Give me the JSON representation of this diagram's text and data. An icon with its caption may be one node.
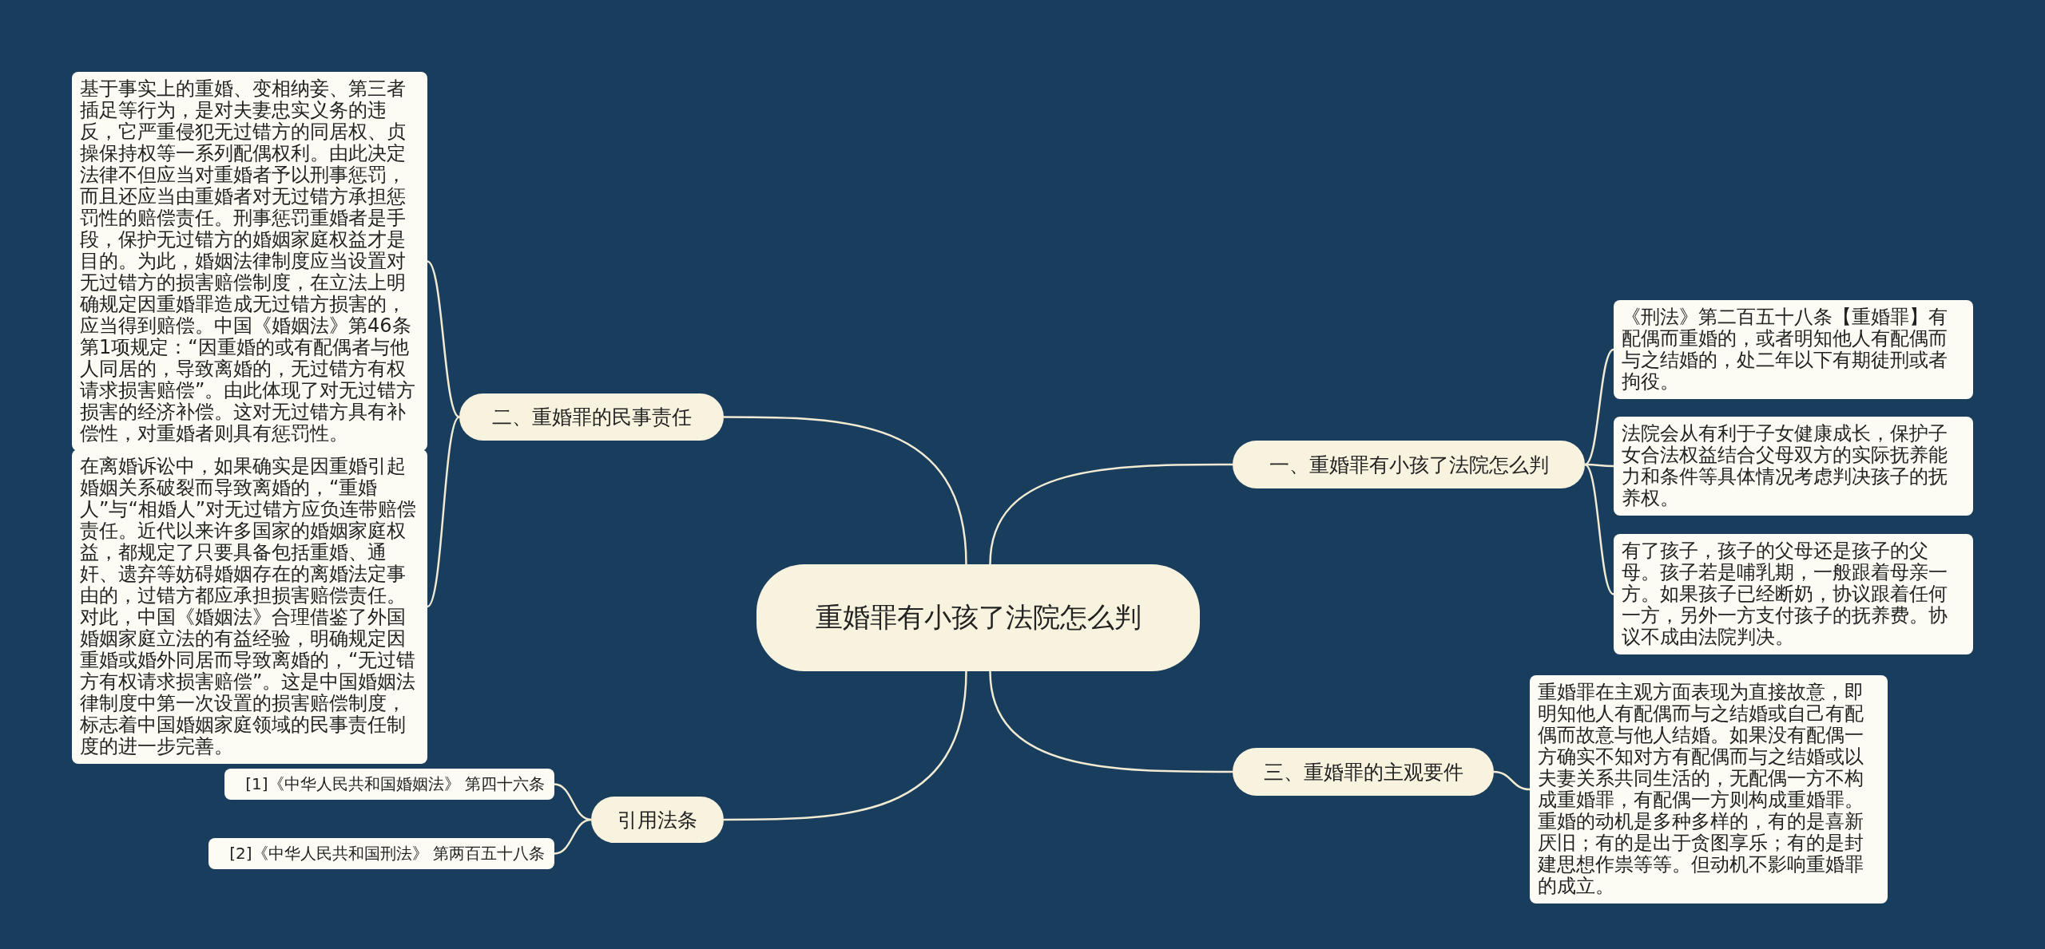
{
  "diagram": {
    "nodes": [
      {
        "text": [
          "重婚罪有小孩了法院怎么判"
        ]
      },
      {
        "text": [
          "一、重婚罪有小孩了法院怎么判"
        ]
      },
      {
        "text": [
          "《刑法》第二百五十八条【重婚罪】有配偶而重婚的，或者明知他人有配偶而与之结婚的，处二年以下有期徒刑或者拘役。"
        ]
      },
      {
        "text": [
          "法院会从有利于子女健康成长，保护子女合法权益结合父母双方的实际抚养能力和条件等具体情况考虑判决孩子的抚养权。"
        ]
      },
      {
        "text": [
          "有了孩子，孩子的父母还是孩子的父母。孩子若是哺乳期，一般跟着母亲一方。如果孩子已经断奶，协议跟着任何一方，另外一方支付孩子的抚养费。协议不成由法院判决。"
        ]
      },
      {
        "text": [
          "三、重婚罪的主观要件"
        ]
      },
      {
        "text": [
          "重婚罪在主观方面表现为直接故意，即明知他人有配偶而与之结婚或自己有配偶而故意与他人结婚。如果没有配偶一方确实不知对方有配偶而与之结婚或以夫妻关系共同生活的，无配偶一方不构成重婚罪，有配偶一方则构成重婚罪。重婚的动机是多种多样的，有的是喜新厌旧；有的是出于贪图享乐；有的是封建思想作祟等等。但动机不影响重婚罪的成立。"
        ]
      },
      {
        "text": [
          "二、重婚罪的民事责任"
        ]
      },
      {
        "text": [
          "基于事实上的重婚、变相纳妾、第三者插足等行为，是对夫妻忠实义务的违反，它严重侵犯无过错方的同居权、贞操保持权等一系列配偶权利。由此决定法律不但应当对重婚者予以刑事惩罚，而且还应当由重婚者对无过错方承担惩罚性的赔偿责任。刑事惩罚重婚者是手段，保护无过错方的婚姻家庭权益才是目的。为此，婚姻法律制度应当设置对无过错方的损害赔偿制度，在立法上明确规定因重婚罪造成无过错方损害的，应当得到赔偿。中国《婚姻法》第46条第1项规定：“因重婚的或有配偶者与他人同居的，导致离婚的，无过错方有权请求损害赔偿”。由此体现了对无过错方损害的经济补偿。这对无过错方具有补偿性，对重婚者则具有惩罚性。"
        ]
      },
      {
        "text": [
          "在离婚诉讼中，如果确实是因重婚引起婚姻关系破裂而导致离婚的，“重婚人”与“相婚人”对无过错方应负连带赔偿责任。近代以来许多国家的婚姻家庭权益，都规定了只要具备包括重婚、通奸、遗弃等妨碍婚姻存在的离婚法定事由的，过错方都应承担损害赔偿责任。对此，中国《婚姻法》合理借鉴了外国婚姻家庭立法的有益经验，明确规定因重婚或婚外同居而导致离婚的，“无过错方有权请求损害赔偿”。这是中国婚姻法律制度中第一次设置的损害赔偿制度，标志着中国婚姻家庭领域的民事责任制度的进一步完善。"
        ]
      },
      {
        "text": [
          "引用法条"
        ]
      },
      {
        "text": [
          "[1]《中华人民共和国婚姻法》 第四十六条"
        ]
      },
      {
        "text": [
          "[2]《中华人民共和国刑法》 第两百五十八条"
        ]
      }
    ],
    "edges": [
      {
        "from": 0,
        "to": 1,
        "arrow": "none"
      },
      {
        "from": 1,
        "to": 2,
        "arrow": "none"
      },
      {
        "from": 1,
        "to": 3,
        "arrow": "none"
      },
      {
        "from": 1,
        "to": 4,
        "arrow": "none"
      },
      {
        "from": 0,
        "to": 5,
        "arrow": "none"
      },
      {
        "from": 5,
        "to": 6,
        "arrow": "none"
      },
      {
        "from": 0,
        "to": 7,
        "arrow": "none"
      },
      {
        "from": 7,
        "to": 8,
        "arrow": "none"
      },
      {
        "from": 7,
        "to": 9,
        "arrow": "none"
      },
      {
        "from": 0,
        "to": 10,
        "arrow": "none"
      },
      {
        "from": 10,
        "to": 11,
        "arrow": "none"
      },
      {
        "from": 10,
        "to": 12,
        "arrow": "none"
      }
    ]
  }
}
